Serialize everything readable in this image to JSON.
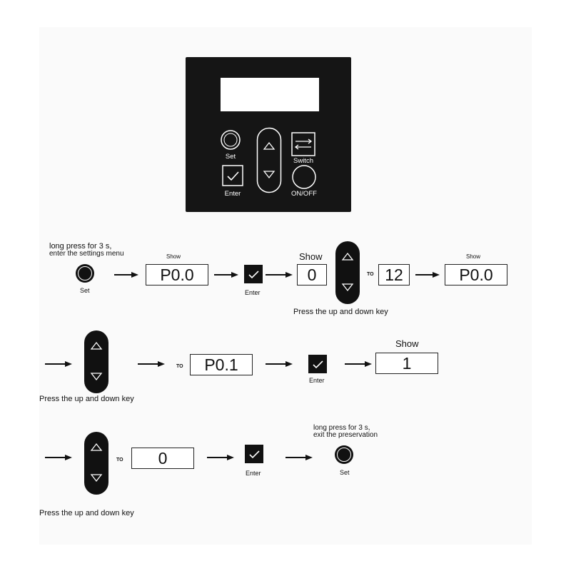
{
  "panel": {
    "set_label": "Set",
    "switch_label": "Switch",
    "enter_label": "Enter",
    "onoff_label": "ON/OFF"
  },
  "row1": {
    "note_line1": "long press for 3 s,",
    "note_line2": "enter the settings menu",
    "set_label": "Set",
    "show1": "Show",
    "display1": "P0.0",
    "enter_label": "Enter",
    "show2": "Show",
    "display2": "0",
    "to": "TO",
    "display3": "12",
    "show3": "Show",
    "display4": "P0.0",
    "caption": "Press the up and down key"
  },
  "row2": {
    "caption": "Press the up and down key",
    "to": "TO",
    "display1": "P0.1",
    "enter_label": "Enter",
    "show": "Show",
    "display2": "1"
  },
  "row3": {
    "to": "TO",
    "display1": "0",
    "enter_label": "Enter",
    "note_line1": "long press for 3 s,",
    "note_line2": "exit the preservation",
    "set_label": "Set",
    "caption": "Press the up and down key"
  }
}
